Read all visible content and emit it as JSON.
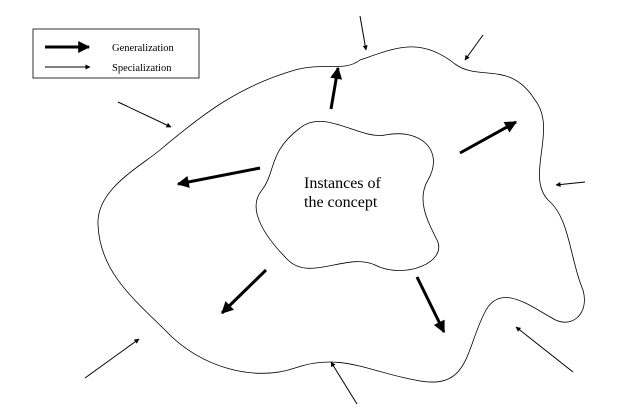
{
  "legend": {
    "generalization_label": "Generalization",
    "specialization_label": "Specialization"
  },
  "center_label": {
    "line1": "Instances of",
    "line2": "the concept"
  },
  "colors": {
    "stroke": "#000000",
    "background": "#ffffff"
  }
}
